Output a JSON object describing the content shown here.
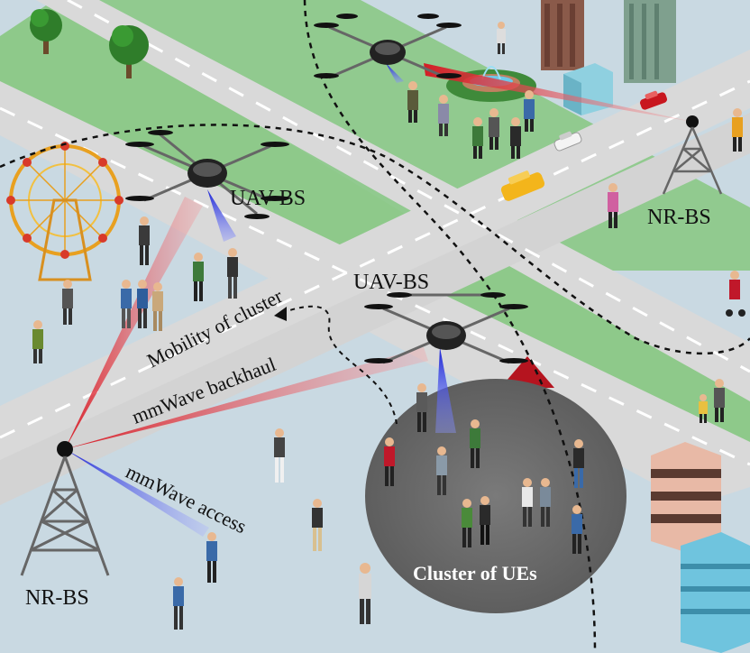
{
  "labels": {
    "uav_bs_1": "UAV-BS",
    "uav_bs_2": "UAV-BS",
    "nr_bs_left": "NR-BS",
    "nr_bs_right": "NR-BS",
    "mobility": "Mobility of cluster",
    "backhaul": "mmWave backhaul",
    "access": "mmWave access",
    "cluster": "Cluster of UEs"
  },
  "colors": {
    "background": "#c9d9e2",
    "road": "#d8d8d8",
    "grass": "#8ec98a",
    "backhaul_beam": "#e0212c",
    "access_beam": "#1d2fd6",
    "cluster_disc": "#6b6b6b"
  }
}
